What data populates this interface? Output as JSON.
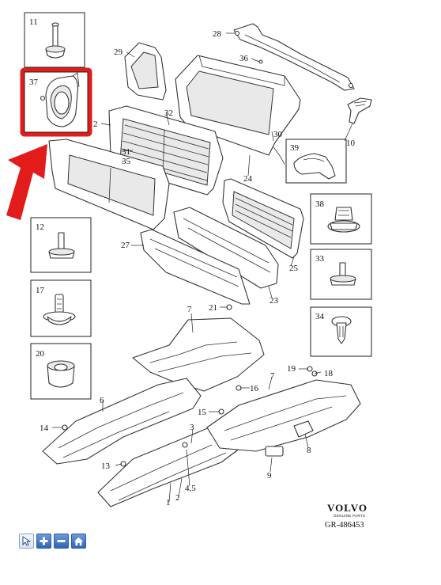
{
  "diagram": {
    "callouts": {
      "b11": "11",
      "b37": "37",
      "b12": "12",
      "b17": "17",
      "b20": "20",
      "b39": "39",
      "b38": "38",
      "b33": "33",
      "b34": "34"
    },
    "labels": {
      "l28": "28",
      "l29": "29",
      "l36": "36",
      "l32": "32",
      "l2a": "2",
      "l30": "30",
      "l10": "10",
      "l31": "31",
      "l35": "35",
      "l24": "24",
      "l27": "27",
      "l25": "25",
      "l23": "23",
      "l7a": "7",
      "l21": "21",
      "l19": "19",
      "l18": "18",
      "l16": "16",
      "l7b": "7",
      "l6": "6",
      "l15": "15",
      "l3": "3",
      "l14": "14",
      "l8": "8",
      "l13": "13",
      "l45": "4,5",
      "l1": "1",
      "l2b": "2",
      "l9": "9"
    },
    "highlight_color": "#e21b1b",
    "brand": "VOLVO",
    "brand_sub": "GENUINE PARTS",
    "reference": "GR-486453"
  },
  "toolbar": {
    "buttons": [
      {
        "icon": "pointer-icon"
      },
      {
        "icon": "zoom-in-icon"
      },
      {
        "icon": "zoom-out-icon"
      },
      {
        "icon": "home-icon"
      }
    ]
  }
}
